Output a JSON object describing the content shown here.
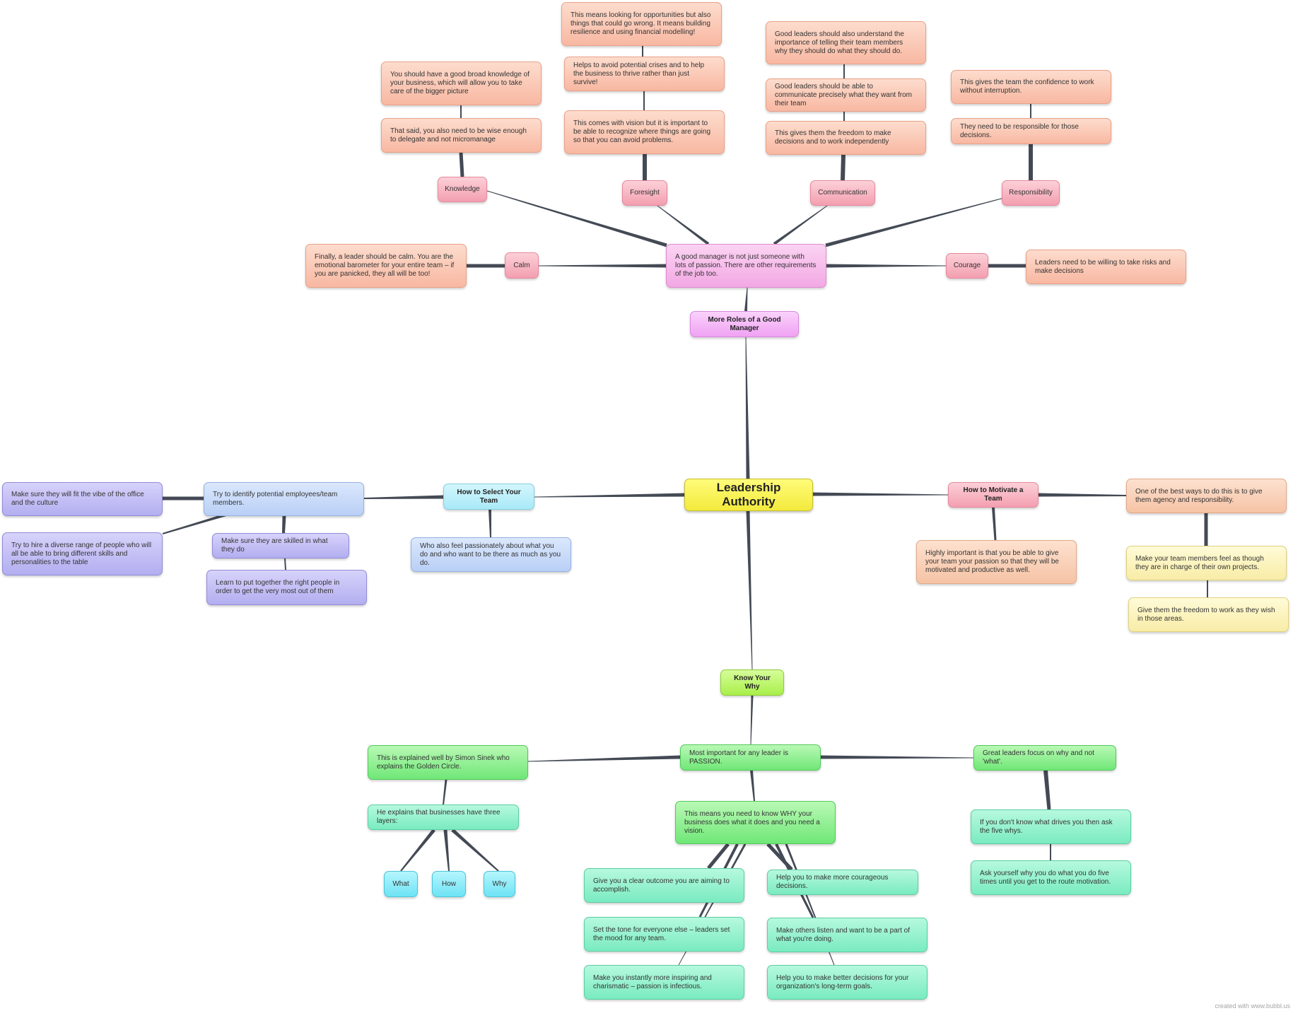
{
  "nodes": {
    "root": "Leadership Authority",
    "more_roles": "More Roles of a Good Manager",
    "good_manager": "A good manager is not just someone with lots of passion. There are other requirements of the job too.",
    "knowledge": "Knowledge",
    "knowledge_1": "You should have a good broad knowledge of your business, which will allow you to take care of the bigger picture",
    "knowledge_2": "That said, you also need to be wise enough to delegate and not micromanage",
    "foresight": "Foresight",
    "foresight_1": "This means looking for opportunities but also things that could go wrong. It means building resilience and using financial modelling!",
    "foresight_2": "Helps to avoid potential crises and to help the business to thrive rather than just survive!",
    "foresight_3": "This comes with vision but it is important to be able to recognize where things are going so that you can avoid problems.",
    "communication": "Communication",
    "communication_1": "Good leaders should also understand the importance of telling their team members why they should do what they should do.",
    "communication_2": "Good leaders should be able to communicate precisely what they want from their team",
    "communication_3": "This gives them the freedom to make decisions and to work independently",
    "responsibility": "Responsibility",
    "responsibility_1": "This gives the team the confidence to work without interruption.",
    "responsibility_2": "They need to be responsible for those decisions.",
    "calm": "Calm",
    "calm_1": "Finally, a leader should be calm. You are the emotional barometer for your entire team – if you are panicked, they all will be too!",
    "courage": "Courage",
    "courage_1": "Leaders need to be willing to take risks and make decisions",
    "select_team": "How to Select Your Team",
    "select_1": "Try to identify potential employees/team members.",
    "select_2": "Who also feel passionately about what you do and who want to be there as much as you do.",
    "select_vibe": "Make sure they will fit the vibe of the office and the culture",
    "select_diverse": "Try to hire a diverse range of people who will all be able to bring different skills and personalities to the table",
    "select_skilled": "Make sure they are skilled in what they do",
    "select_together": "Learn to put together the right people in order to get the very most out of them",
    "motivate": "How to Motivate a Team",
    "motivate_1": "Highly important is that you be able to give your team your passion so that they will be motivated and productive as well.",
    "motivate_2": "One of the best ways to do this is to give them agency and responsibility.",
    "motivate_3": "Make your team members feel as though they are in charge of their own projects.",
    "motivate_4": "Give them the freedom to work as they wish in those areas.",
    "know_why": "Know Your Why",
    "passion": "Most important for any leader is PASSION.",
    "sinek": "This is explained well by Simon Sinek who explains the Golden Circle.",
    "three_layers": "He explains that businesses have three layers:",
    "what": "What",
    "how": "How",
    "why": "Why",
    "great_leaders": "Great leaders focus on why and not 'what'.",
    "five_whys": "If you don't know what drives you then ask the five whys.",
    "ask_yourself": "Ask yourself why you do what you do five times until you get to the route motivation.",
    "vision": "This means you need to know WHY your business does what it does and you need a vision.",
    "clear_outcome": "Give you a clear outcome you are aiming to accomplish.",
    "set_tone": "Set the tone for everyone else – leaders set the mood for any team.",
    "inspiring": "Make you instantly more inspiring and charismatic – passion is infectious.",
    "courageous": "Help you to make more courageous decisions.",
    "others_listen": "Make others listen and want to be a part of what you're doing.",
    "better_decisions": "Help you to make better decisions for your organization's long-term goals."
  },
  "credit": "created with www.bubbl.us"
}
